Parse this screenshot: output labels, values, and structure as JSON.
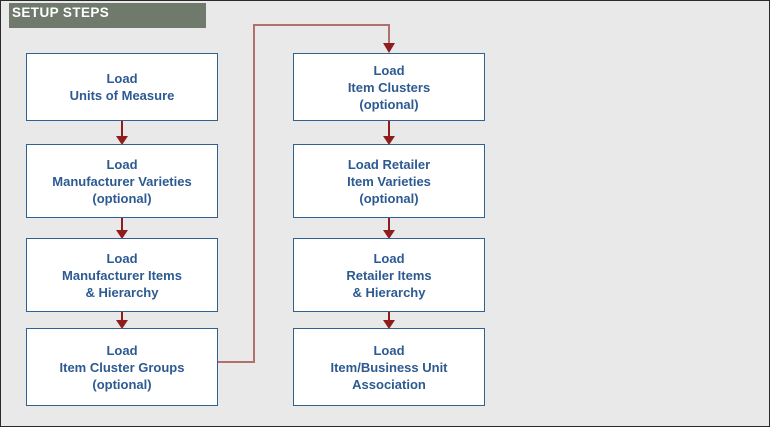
{
  "header": {
    "title": "SETUP STEPS"
  },
  "colors": {
    "canvas_background": "#e9e9e9",
    "canvas_border": "#2b2b2b",
    "header_bar": "#6f7a6c",
    "header_text": "#ffffff",
    "box_fill": "#ffffff",
    "box_border": "#31618f",
    "box_text": "#2c5a91",
    "arrow_dark_red": "#8f1d1d",
    "connector_brick_red": "#b0706e"
  },
  "columns": {
    "left": {
      "name": "manufacturer-track",
      "boxes": [
        {
          "id": "load-units-of-measure",
          "lines": [
            "Load",
            "Units of Measure"
          ]
        },
        {
          "id": "load-manufacturer-varieties",
          "lines": [
            "Load",
            "Manufacturer Varieties",
            "(optional)"
          ]
        },
        {
          "id": "load-manufacturer-items",
          "lines": [
            "Load",
            "Manufacturer Items",
            "& Hierarchy"
          ]
        },
        {
          "id": "load-item-cluster-groups",
          "lines": [
            "Load",
            "Item Cluster Groups",
            "(optional)"
          ]
        }
      ]
    },
    "right": {
      "name": "retailer-track",
      "boxes": [
        {
          "id": "load-item-clusters",
          "lines": [
            "Load",
            "Item Clusters",
            "(optional)"
          ]
        },
        {
          "id": "load-retailer-item-varieties",
          "lines": [
            "Load Retailer",
            "Item Varieties",
            "(optional)"
          ]
        },
        {
          "id": "load-retailer-items",
          "lines": [
            "Load",
            "Retailer Items",
            "& Hierarchy"
          ]
        },
        {
          "id": "load-item-business-unit",
          "lines": [
            "Load",
            "Item/Business Unit",
            "Association"
          ]
        }
      ]
    }
  },
  "connectors": [
    {
      "from": "load-units-of-measure",
      "to": "load-manufacturer-varieties",
      "style": "down-arrow"
    },
    {
      "from": "load-manufacturer-varieties",
      "to": "load-manufacturer-items",
      "style": "down-arrow"
    },
    {
      "from": "load-manufacturer-items",
      "to": "load-item-cluster-groups",
      "style": "down-arrow"
    },
    {
      "from": "load-item-cluster-groups",
      "to": "load-item-clusters",
      "style": "routed-right-up-right-down"
    },
    {
      "from": "load-item-clusters",
      "to": "load-retailer-item-varieties",
      "style": "down-arrow"
    },
    {
      "from": "load-retailer-item-varieties",
      "to": "load-retailer-items",
      "style": "down-arrow"
    },
    {
      "from": "load-retailer-items",
      "to": "load-item-business-unit",
      "style": "down-arrow"
    }
  ]
}
